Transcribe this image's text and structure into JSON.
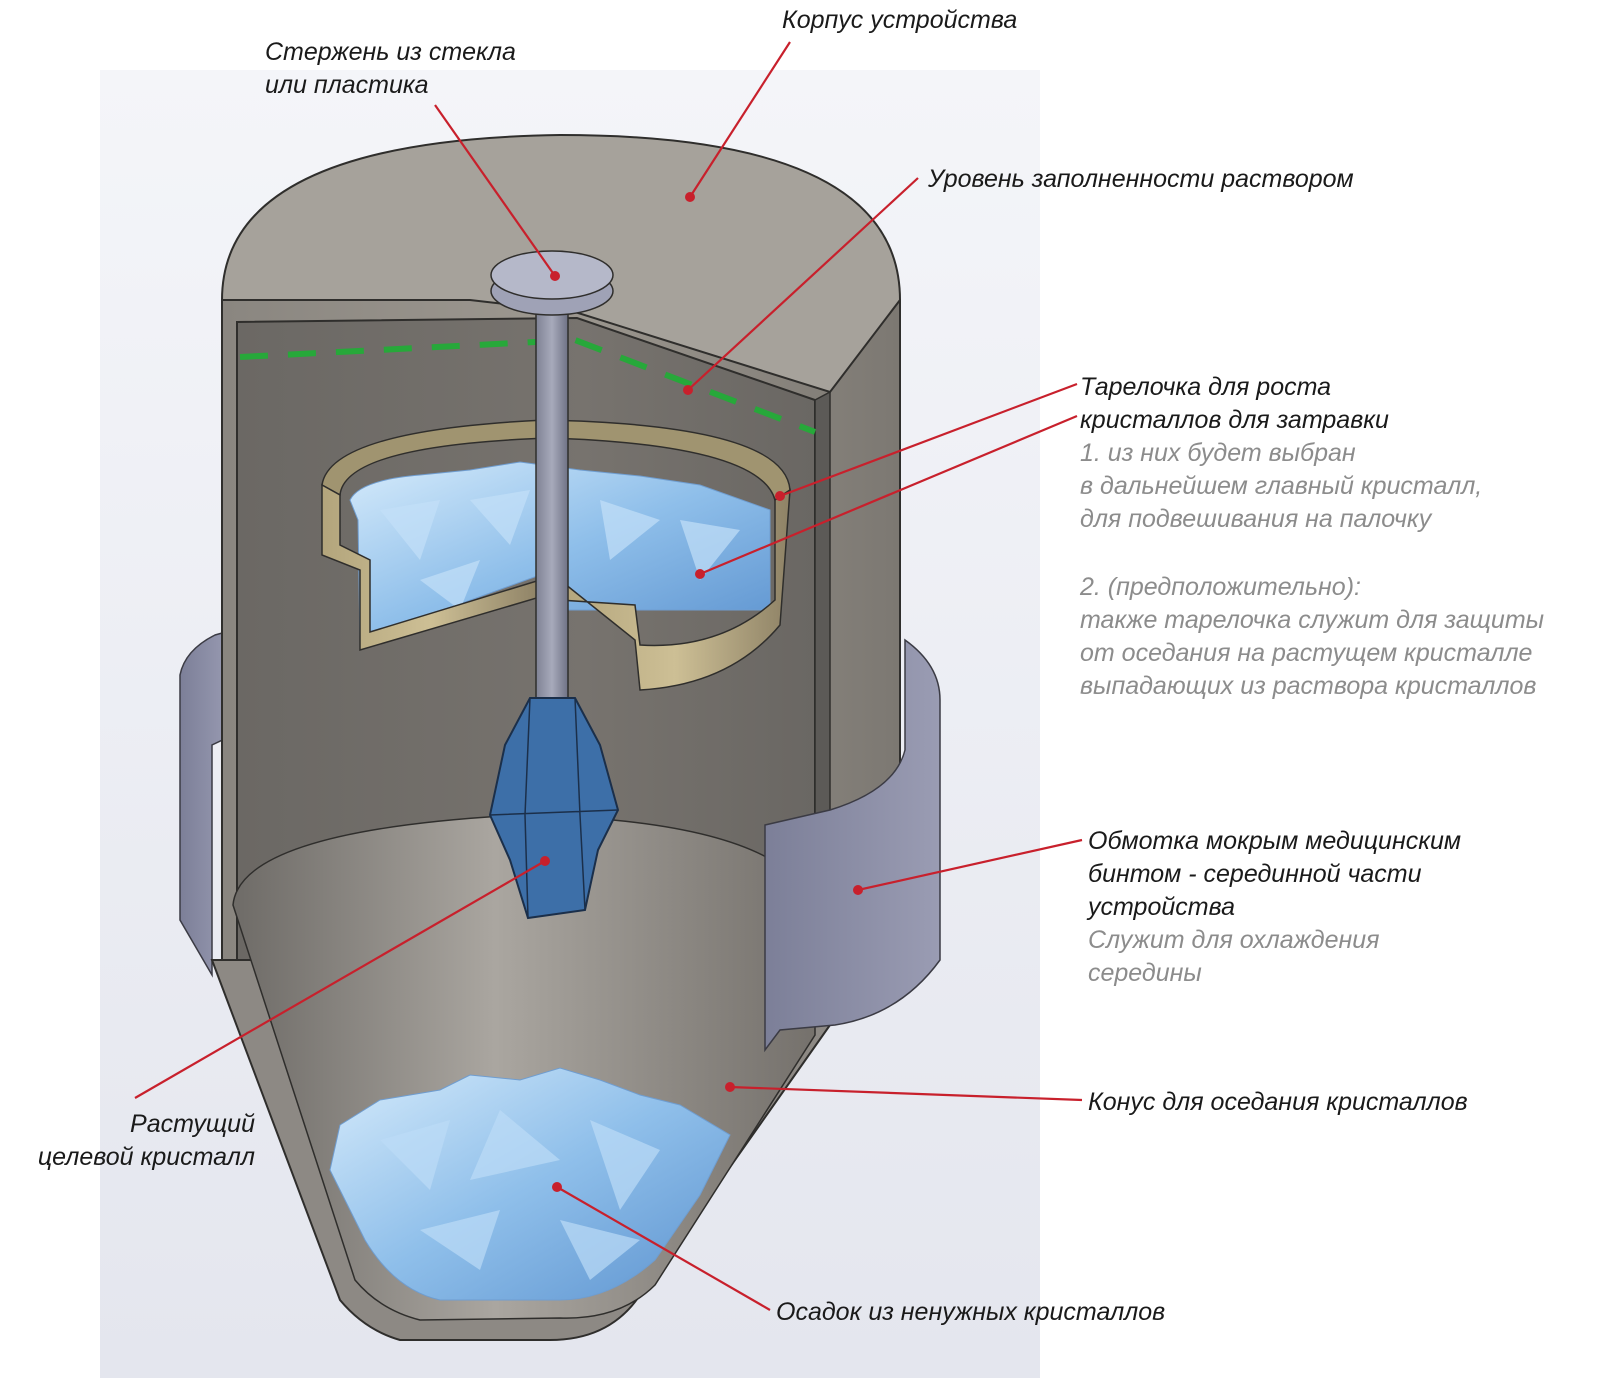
{
  "colors": {
    "leader": "#c8202c",
    "fill_level": "#27a83a",
    "body": "#a9a49c",
    "bandage": "#8e90a8",
    "crystal": "#9cc6ec",
    "target_crystal": "#3d6fa8",
    "dish": "#c8b98e"
  },
  "labels": {
    "housing": "Корпус устройства",
    "rod_line1": "Стержень из стекла",
    "rod_line2": "или пластика",
    "fill_level": "Уровень заполненности раствором",
    "dish_line1": "Тарелочка для роста",
    "dish_line2": "кристаллов для затравки",
    "dish_note1": "1. из них будет выбран",
    "dish_note2": "в дальнейшем главный кристалл,",
    "dish_note3": "для подвешивания на палочку",
    "dish_note4": "2. (предположительно):",
    "dish_note5": "также тарелочка служит для защиты",
    "dish_note6": "от оседания на растущем кристалле",
    "dish_note7": "выпадающих из раствора кристаллов",
    "wrap_line1": "Обмотка мокрым медицинским",
    "wrap_line2": "бинтом - серединной части",
    "wrap_line3": "устройства",
    "wrap_note1": "Служит для охлаждения",
    "wrap_note2": "середины",
    "cone": "Конус для оседания кристаллов",
    "target_line1": "Растущий",
    "target_line2": "целевой кристалл",
    "sediment": "Осадок из ненужных кристаллов"
  }
}
